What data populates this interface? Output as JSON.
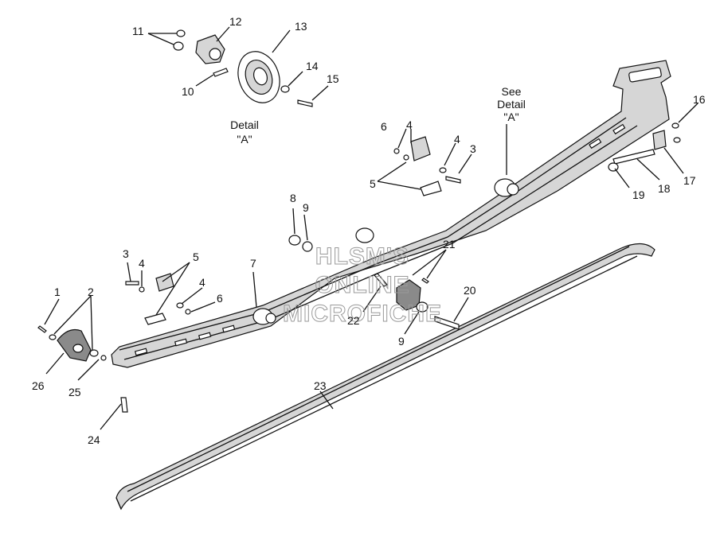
{
  "callouts": [
    "1",
    "2",
    "3",
    "3",
    "4",
    "4",
    "4",
    "4",
    "5",
    "5",
    "6",
    "6",
    "7",
    "8",
    "9",
    "9",
    "10",
    "11",
    "12",
    "13",
    "14",
    "15",
    "16",
    "17",
    "18",
    "19",
    "20",
    "21",
    "22",
    "23",
    "24",
    "25",
    "26"
  ],
  "detail_caption": [
    "Detail",
    "\"A\""
  ],
  "see_detail": [
    "See",
    "Detail",
    "\"A\""
  ],
  "watermark": [
    "HLSM'S",
    "ONLINE",
    "MICROFICHE"
  ]
}
